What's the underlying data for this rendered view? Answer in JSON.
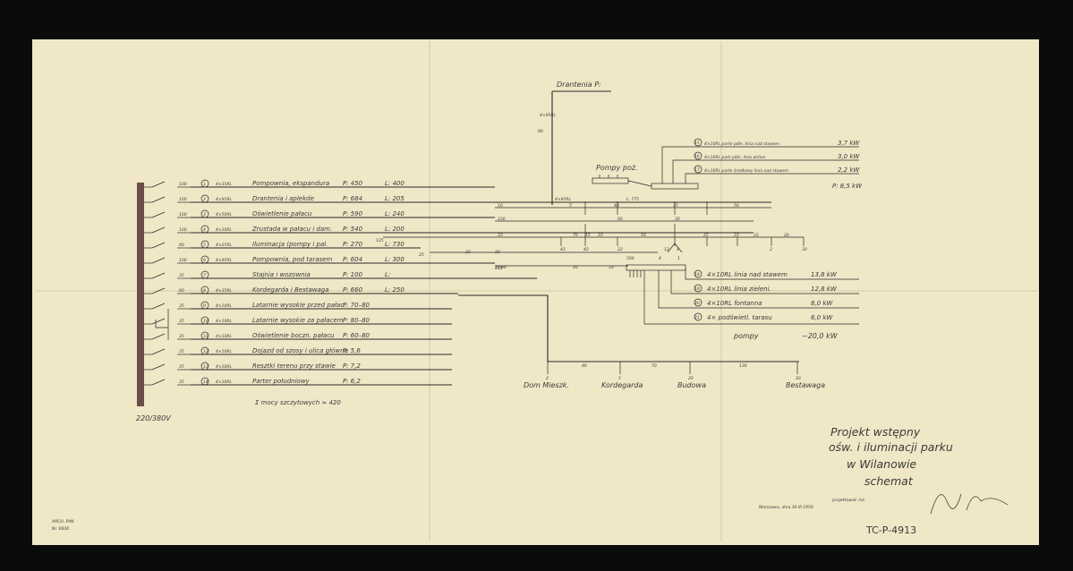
{
  "source_label": "220/380V",
  "feeders": [
    {
      "num": "1",
      "cable": "4×35RL",
      "name": "Pompownia, ekspandura",
      "p": "P: 450",
      "l": "L: 400"
    },
    {
      "num": "2",
      "cable": "4×95RL",
      "name": "Drantenia i aplekde",
      "p": "P: 684",
      "l": "L: 205"
    },
    {
      "num": "3",
      "cable": "4×50RL",
      "name": "Oświetlenie pałacu",
      "p": "P: 590",
      "l": "L: 240"
    },
    {
      "num": "4",
      "cable": "4×10RL",
      "name": "Zrustada w pałacu i dam.",
      "p": "P: 540",
      "l": "L: 200"
    },
    {
      "num": "5",
      "cable": "4×25RL",
      "name": "Iluminacja (pompy i pal.",
      "p": "P: 270",
      "l": "L: 730"
    },
    {
      "num": "6",
      "cable": "4×95RL",
      "name": "Pompownia, pod tarasem",
      "p": "P: 604",
      "l": "L: 300"
    },
    {
      "num": "7",
      "cable": "",
      "name": "Stajnia i wozownia",
      "p": "P: 100",
      "l": "L:"
    },
    {
      "num": "8",
      "cable": "4×35RL",
      "name": "Kordegarda i Bestawaga",
      "p": "P: 660",
      "l": "L: 250"
    },
    {
      "num": "9",
      "cable": "4×10RL",
      "name": "Latarnie wysokie przed pałac.",
      "p": "P: 70–80",
      "l": ""
    },
    {
      "num": "10",
      "cable": "4×10RL",
      "name": "Latarnie wysokie za pałacem",
      "p": "P: 80–80",
      "l": ""
    },
    {
      "num": "11",
      "cable": "4×10RL",
      "name": "Oświetlenie boczn. pałacu",
      "p": "P: 60–80",
      "l": ""
    },
    {
      "num": "12",
      "cable": "4×10RL",
      "name": "Dojazd od szosy i ulica główna",
      "p": "P: 5,6",
      "l": ""
    },
    {
      "num": "13",
      "cable": "4×10RL",
      "name": "Resztki terenu przy stawie",
      "p": "P: 7,2",
      "l": ""
    },
    {
      "num": "14",
      "cable": "4×10RL",
      "name": "Parter południowy",
      "p": "P: 6,2",
      "l": ""
    }
  ],
  "breaker_ratings": [
    "100",
    "100",
    "100",
    "100",
    "60",
    "100",
    "35",
    "60",
    "35",
    "35",
    "35",
    "35",
    "35",
    "35"
  ],
  "note": "Σ mocy szczytowych ≈ 420",
  "drainage_label": "Drantenia P: ",
  "pumps_label": "Pompy poż.",
  "right_upper": [
    {
      "num": "15",
      "text": "4×10RL parte półn. linia nad stawem",
      "value": "3,7 kW"
    },
    {
      "num": "16",
      "text": "4×10RL park półn. linia wiślan",
      "value": "3,0 kW"
    },
    {
      "num": "17",
      "text": "4×10RL parte środkowy linia nad stawem",
      "value": "2,2 kW"
    }
  ],
  "right_upper_total": "P: 8,5 kW",
  "right_lower": [
    {
      "num": "18",
      "text": "4×10RL linia nad stawem",
      "value": "13,8 kW"
    },
    {
      "num": "19",
      "text": "4×10RL linia zieleni.",
      "value": "12,8 kW"
    },
    {
      "num": "20",
      "text": "4×10RL fontanna",
      "value": "8,0 kW"
    },
    {
      "num": "21",
      "text": "4× podświetl. tarasu",
      "value": "6,0 kW"
    }
  ],
  "pumps_total_label": "pompy",
  "pumps_total_value": "~20,0 kW",
  "bottom_buildings": [
    "Dom Mieszk.",
    "Kordegarda",
    "Budowa",
    "Bestawaga"
  ],
  "bottom_distances": [
    "40",
    "70",
    "130"
  ],
  "bottom_values": [
    "2",
    "5",
    "20",
    "20"
  ],
  "mid_numbers": [
    "80",
    "10",
    "5",
    "40",
    "15",
    "50",
    "230",
    "60",
    "30",
    "33",
    "70",
    "15",
    "33",
    "50",
    "25",
    "33",
    "33",
    "20",
    "43",
    "42",
    "22",
    "12",
    "4",
    "2",
    "30",
    "125",
    "25",
    "20",
    "4",
    "1",
    "20",
    "20",
    "500",
    "110",
    "20",
    "10",
    "60"
  ],
  "cable_labels": [
    "4×95RL",
    "4×95RL",
    "L: 775"
  ],
  "title_lines": [
    "Projekt wstępny",
    "ośw. i iluminacji parku",
    "w Wilanowie",
    "schemat"
  ],
  "designer_label": "projektował: inż. ",
  "date_label": "Warszawa, dnia 30 III 1950",
  "catalog_code": "TC-P-4913",
  "stamp_lines": [
    "ARCH. PAN",
    "Nr. 6830"
  ]
}
